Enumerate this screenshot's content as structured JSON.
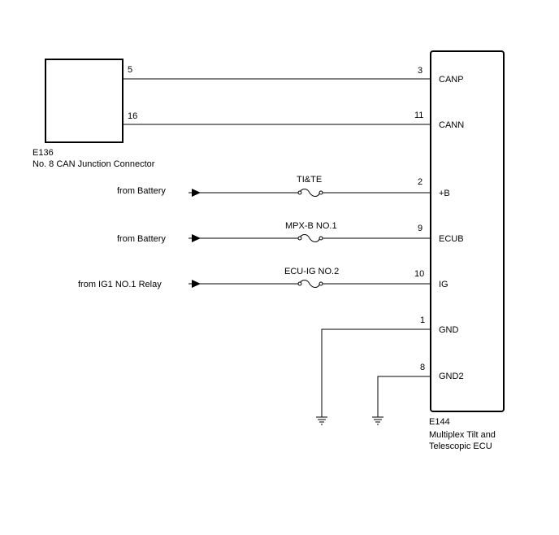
{
  "connector_e136": {
    "code": "E136",
    "name": "No. 8 CAN Junction Connector",
    "pins": {
      "canp_side": "5",
      "cann_side": "16"
    }
  },
  "ecu_e144": {
    "code": "E144",
    "name_line1": "Multiplex Tilt and",
    "name_line2": "Telescopic ECU",
    "terminals": [
      {
        "pin": "3",
        "name": "CANP"
      },
      {
        "pin": "11",
        "name": "CANN"
      },
      {
        "pin": "2",
        "name": "+B"
      },
      {
        "pin": "9",
        "name": "ECUB"
      },
      {
        "pin": "10",
        "name": "IG"
      },
      {
        "pin": "1",
        "name": "GND"
      },
      {
        "pin": "8",
        "name": "GND2"
      }
    ]
  },
  "power_inputs": [
    {
      "source": "from Battery",
      "fuse": "TI&TE"
    },
    {
      "source": "from Battery",
      "fuse": "MPX-B NO.1"
    },
    {
      "source": "from IG1 NO.1 Relay",
      "fuse": "ECU-IG NO.2"
    }
  ]
}
